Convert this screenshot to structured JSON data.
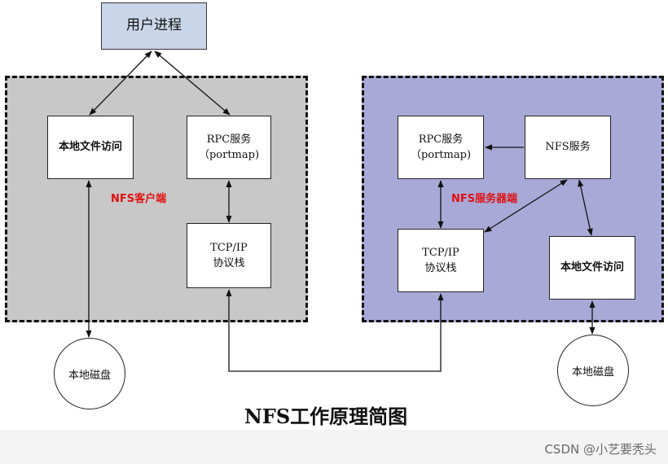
{
  "user_process": "用户进程",
  "client": {
    "label": "NFS客户端",
    "local_access": "本地文件访问",
    "rpc_title": "RPC服务",
    "rpc_sub": "（portmap)",
    "tcp_title": "TCP/IP",
    "tcp_sub": "协议栈",
    "disk": "本地磁盘"
  },
  "server": {
    "label": "NFS服务器端",
    "rpc_title": "RPC服务",
    "rpc_sub": "（portmap)",
    "nfs_service": "NFS服务",
    "tcp_title": "TCP/IP",
    "tcp_sub": "协议栈",
    "local_access": "本地文件访问",
    "disk": "本地磁盘"
  },
  "caption": "NFS工作原理简图",
  "watermark": "CSDN @小艺要秃头"
}
